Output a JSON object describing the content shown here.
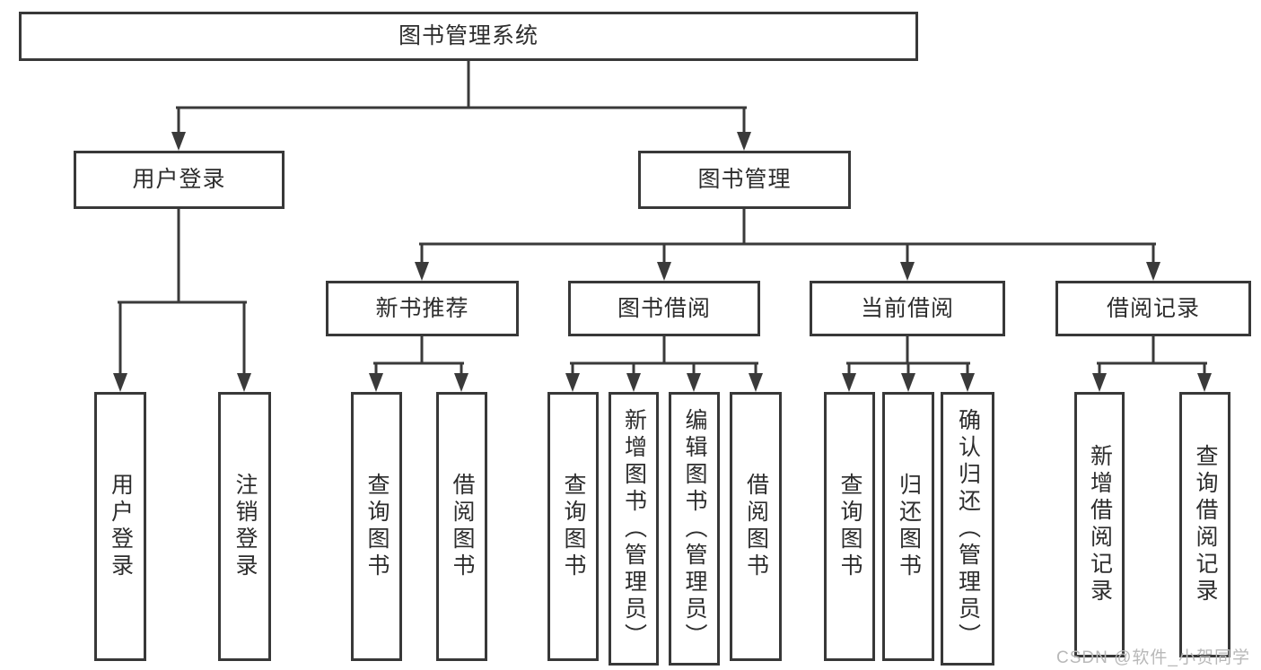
{
  "tree": {
    "label": "图书管理系统",
    "children": [
      {
        "label": "用户登录",
        "children": [
          {
            "label": "用户登录"
          },
          {
            "label": "注销登录"
          }
        ]
      },
      {
        "label": "图书管理",
        "children": [
          {
            "label": "新书推荐",
            "children": [
              {
                "label": "查询图书"
              },
              {
                "label": "借阅图书"
              }
            ]
          },
          {
            "label": "图书借阅",
            "children": [
              {
                "label": "查询图书"
              },
              {
                "label": "新增图书（管理员）"
              },
              {
                "label": "编辑图书（管理员）"
              },
              {
                "label": "借阅图书"
              }
            ]
          },
          {
            "label": "当前借阅",
            "children": [
              {
                "label": "查询图书"
              },
              {
                "label": "归还图书"
              },
              {
                "label": "确认归还（管理员）"
              }
            ]
          },
          {
            "label": "借阅记录",
            "children": [
              {
                "label": "新增借阅记录"
              },
              {
                "label": "查询借阅记录"
              }
            ]
          }
        ]
      }
    ]
  },
  "watermark": {
    "text": "CSDN @软件_小贺同学",
    "color": "#b8b8b8"
  },
  "colors": {
    "line": "#3a3a3a",
    "box_border": "#383838",
    "text": "#2d2d2d",
    "background": "#ffffff"
  }
}
